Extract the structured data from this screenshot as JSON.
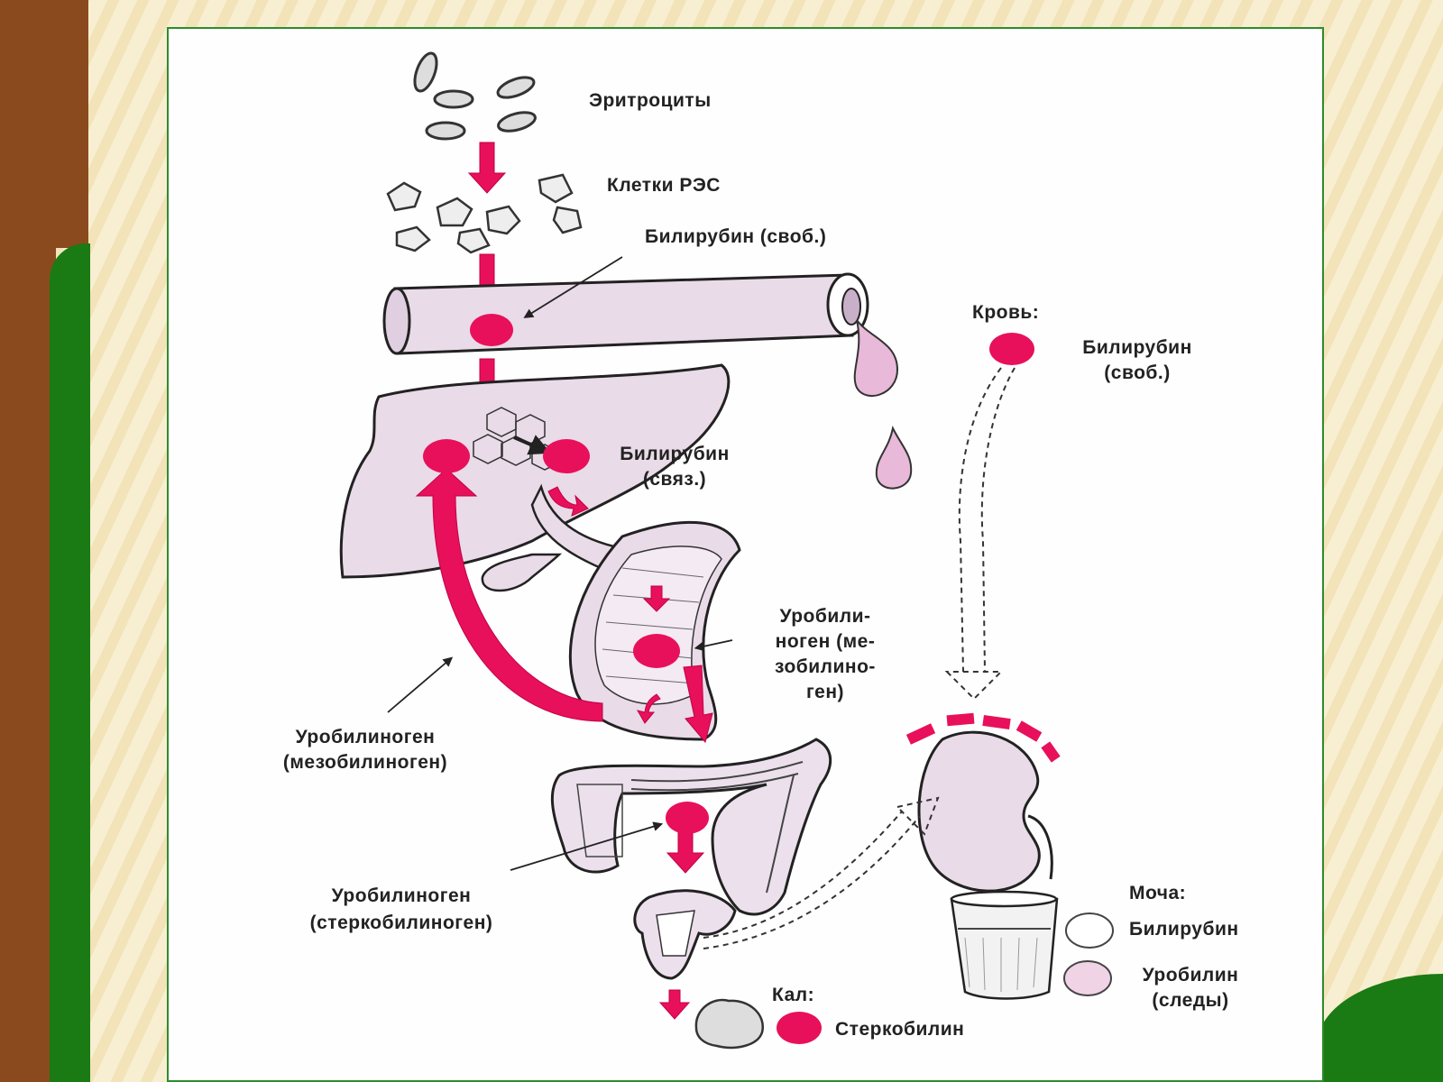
{
  "labels": {
    "erythrocytes": "Эритроциты",
    "res_cells": "Клетки РЭС",
    "bilirubin_free_top": "Билирубин (своб.)",
    "blood_header": "Кровь:",
    "blood_bilirubin_l1": "Билирубин",
    "blood_bilirubin_l2": "(своб.)",
    "bilirubin_bound_l1": "Билирубин",
    "bilirubin_bound_l2": "(связ.)",
    "urobilinogen_intestine_l1": "Уробили-",
    "urobilinogen_intestine_l2": "ноген (ме-",
    "urobilinogen_intestine_l3": "зобилино-",
    "urobilinogen_intestine_l4": "ген)",
    "urobilinogen_meso_l1": "Уробилиноген",
    "urobilinogen_meso_l2": "(мезобилиноген)",
    "urobilinogen_sterco_l1": "Уробилиноген",
    "urobilinogen_sterco_l2": "(стеркобилиноген)",
    "urine_header": "Моча:",
    "urine_bilirubin": "Билирубин",
    "urine_urobilin_l1": "Уробилин",
    "urine_urobilin_l2": "(следы)",
    "feces_header": "Кал:",
    "stercobilin": "Стеркобилин"
  },
  "colors": {
    "marker": "#e8105a",
    "organ_fill": "#e9dbe8",
    "drop_fill": "#e8b9d8",
    "panel_border": "#2e8b2e"
  }
}
